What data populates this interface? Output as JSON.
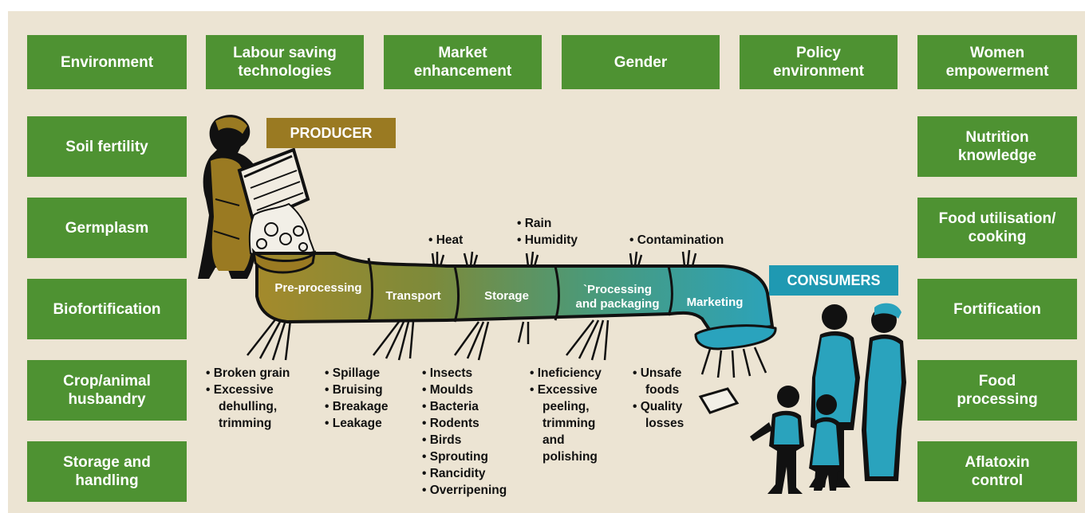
{
  "left_boxes": [
    "Environment",
    "Soil fertility",
    "Germplasm",
    "Biofortification",
    "Crop/animal\nhusbandry",
    "Storage and\nhandling"
  ],
  "top_boxes": [
    "Labour saving\ntechnologies",
    "Market\nenhancement",
    "Gender",
    "Policy\nenvironment"
  ],
  "right_boxes": [
    "Women\nempowerment",
    "Nutrition\nknowledge",
    "Food utilisation/\ncooking",
    "Fortification",
    "Food\nprocessing",
    "Aflatoxin\ncontrol"
  ],
  "producer_label": "PRODUCER",
  "consumers_label": "CONSUMERS",
  "stages": [
    "Pre-processing",
    "Transport",
    "Storage",
    "`Processing\nand packaging",
    "Marketing"
  ],
  "top_factors": {
    "heat": [
      "• Heat"
    ],
    "rain_humidity": [
      "• Rain",
      "• Humidity"
    ],
    "contamination": [
      "• Contamination"
    ]
  },
  "bottom_losses": {
    "pre_processing": [
      "• Broken grain",
      "• Excessive",
      "  dehulling,",
      "  trimming"
    ],
    "transport": [
      "• Spillage",
      "• Bruising",
      "• Breakage",
      "• Leakage"
    ],
    "storage": [
      "• Insects",
      "• Moulds",
      "• Bacteria",
      "• Rodents",
      "• Birds",
      "• Sprouting",
      "• Rancidity",
      "• Overripening"
    ],
    "processing": [
      "• Ineficiency",
      "• Excessive",
      "  peeling,",
      "  trimming",
      "  and",
      "  polishing"
    ],
    "marketing": [
      "• Unsafe",
      "  foods",
      "• Quality",
      "  losses"
    ]
  },
  "colors": {
    "panel": "#ece4d3",
    "box_green": "#4e9232",
    "producer_brown": "#9a7a22",
    "consumer_blue": "#1f99b2",
    "pipe_start": "#a88a2a",
    "pipe_end": "#2aa3bd"
  }
}
